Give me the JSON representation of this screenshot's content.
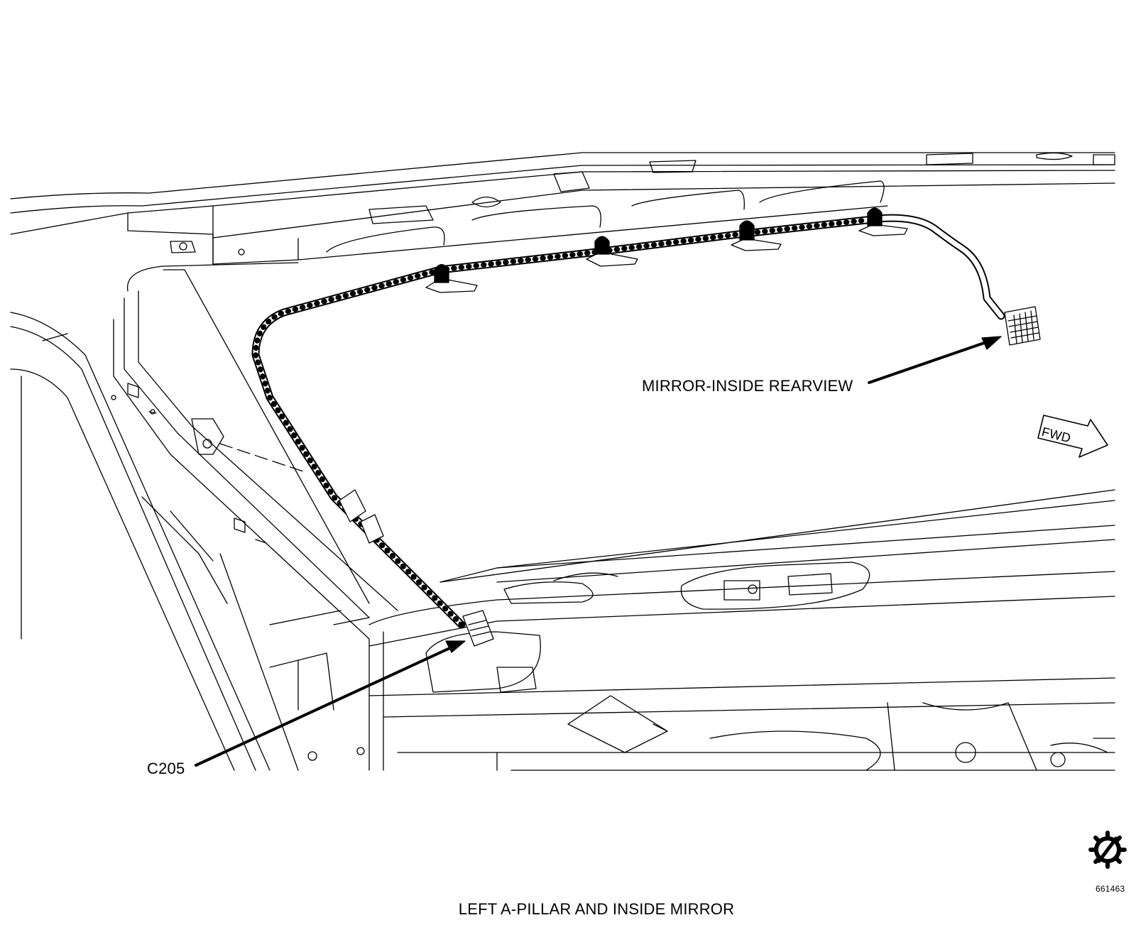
{
  "labels": {
    "mirror": "MIRROR-INSIDE REARVIEW",
    "connector": "C205",
    "fwd": "FWD",
    "figure_number": "661463",
    "caption": "LEFT A-PILLAR AND INSIDE MIRROR"
  },
  "icons": {
    "logo": "gear-slash-icon",
    "direction": "forward-arrow-icon"
  },
  "colors": {
    "line": "#000000",
    "background": "#ffffff"
  }
}
